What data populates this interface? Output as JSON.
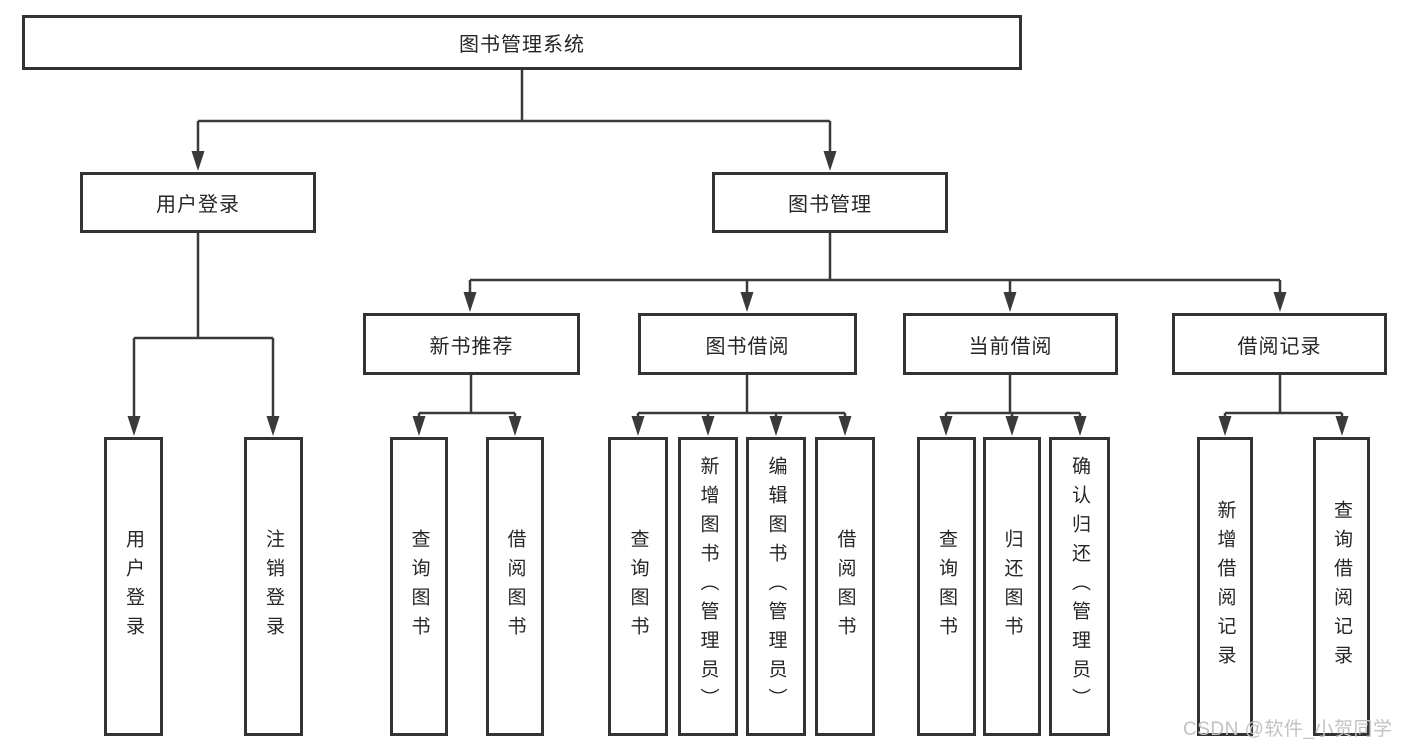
{
  "nodes": {
    "root": {
      "label": "图书管理系统"
    },
    "user_login": {
      "label": "用户登录",
      "children": [
        {
          "label": "用户登录"
        },
        {
          "label": "注销登录"
        }
      ]
    },
    "book_management": {
      "label": "图书管理",
      "children": [
        {
          "label": "新书推荐",
          "children": [
            {
              "label": "查询图书"
            },
            {
              "label": "借阅图书"
            }
          ]
        },
        {
          "label": "图书借阅",
          "children": [
            {
              "label": "查询图书"
            },
            {
              "label": "新增图书（管理员）"
            },
            {
              "label": "编辑图书（管理员）"
            },
            {
              "label": "借阅图书"
            }
          ]
        },
        {
          "label": "当前借阅",
          "children": [
            {
              "label": "查询图书"
            },
            {
              "label": "归还图书"
            },
            {
              "label": "确认归还（管理员）"
            }
          ]
        },
        {
          "label": "借阅记录",
          "children": [
            {
              "label": "新增借阅记录"
            },
            {
              "label": "查询借阅记录"
            }
          ]
        }
      ]
    }
  },
  "watermark": {
    "text": "CSDN @软件_小贺同学"
  },
  "colors": {
    "line": "#3a3a3a",
    "border": "#333333",
    "text": "#262626",
    "watermark": "#c2c2c2",
    "background": "#ffffff"
  }
}
